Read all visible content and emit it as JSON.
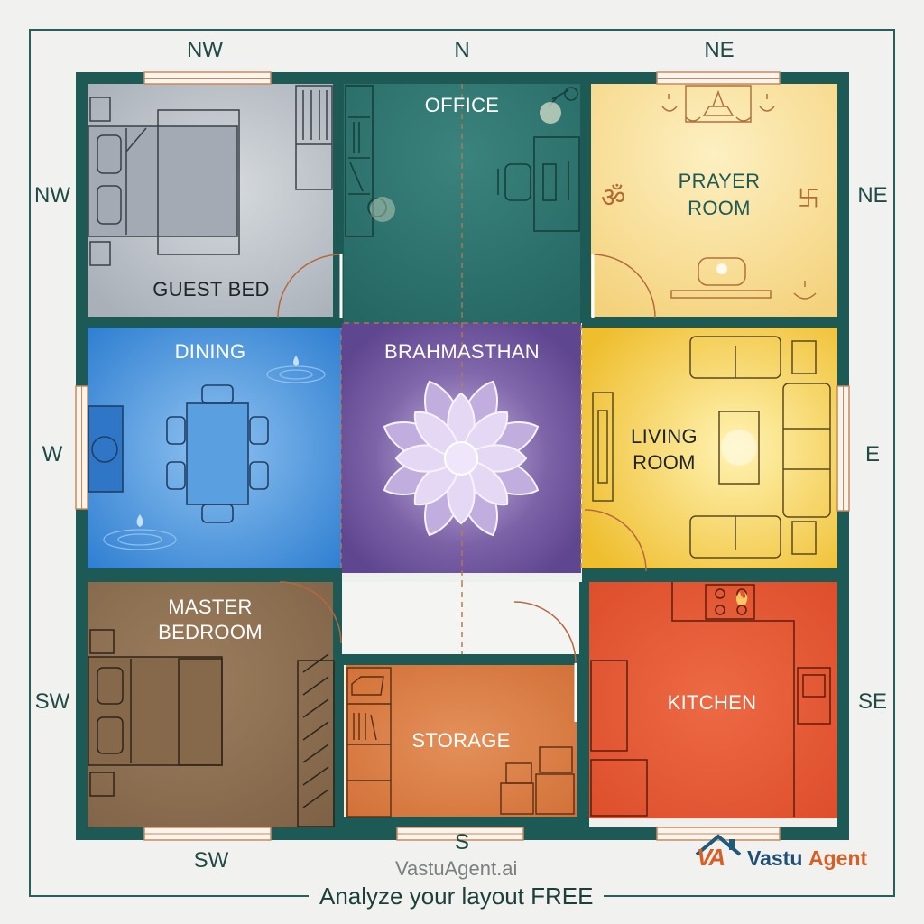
{
  "compass": {
    "top": [
      "NW",
      "N",
      "NE"
    ],
    "left": [
      "NW",
      "W",
      "SW"
    ],
    "right": [
      "NE",
      "E",
      "SE"
    ],
    "bottom": [
      "SW",
      "S"
    ]
  },
  "rooms": {
    "guest_bed": "GUEST BED",
    "office": "OFFICE",
    "prayer_room": [
      "PRAYER",
      "ROOM"
    ],
    "dining": "DINING",
    "brahmasthan": "BRAHMASTHAN",
    "living_room": [
      "LIVING",
      "ROOM"
    ],
    "master_bedroom": [
      "MASTER",
      "BEDROOM"
    ],
    "storage": "STORAGE",
    "kitchen": "KITCHEN"
  },
  "symbols": {
    "om": "ॐ",
    "swastika": "卐"
  },
  "colors": {
    "wall": "#1e5a55",
    "guest_bed": "#b3b9c1",
    "office": "#2d7470",
    "prayer_room": "#f8dd93",
    "dining": "#3c8ad6",
    "brahmasthan": "#6b4f97",
    "living_room": "#f3c73c",
    "master_bedroom": "#8f7052",
    "storage": "#d97a3a",
    "kitchen": "#e5532f"
  },
  "footer": {
    "watermark": "VastuAgent.ai",
    "cta": "Analyze your layout FREE"
  },
  "logo": {
    "monogram": "VA",
    "brand_first": "Vastu",
    "brand_second": "Agent"
  }
}
